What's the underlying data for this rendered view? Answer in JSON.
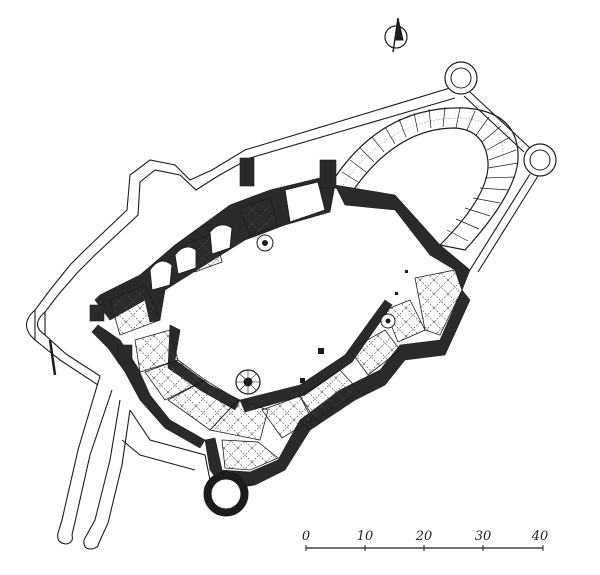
{
  "scale_bar": {
    "ticks": [
      "0",
      "10",
      "20",
      "30",
      "40"
    ]
  },
  "north_arrow": {
    "icon": "north-arrow-icon"
  },
  "colors": {
    "ink": "#1c1c1c",
    "wall_fill": "#2a2a2a",
    "paper": "#ffffff"
  }
}
